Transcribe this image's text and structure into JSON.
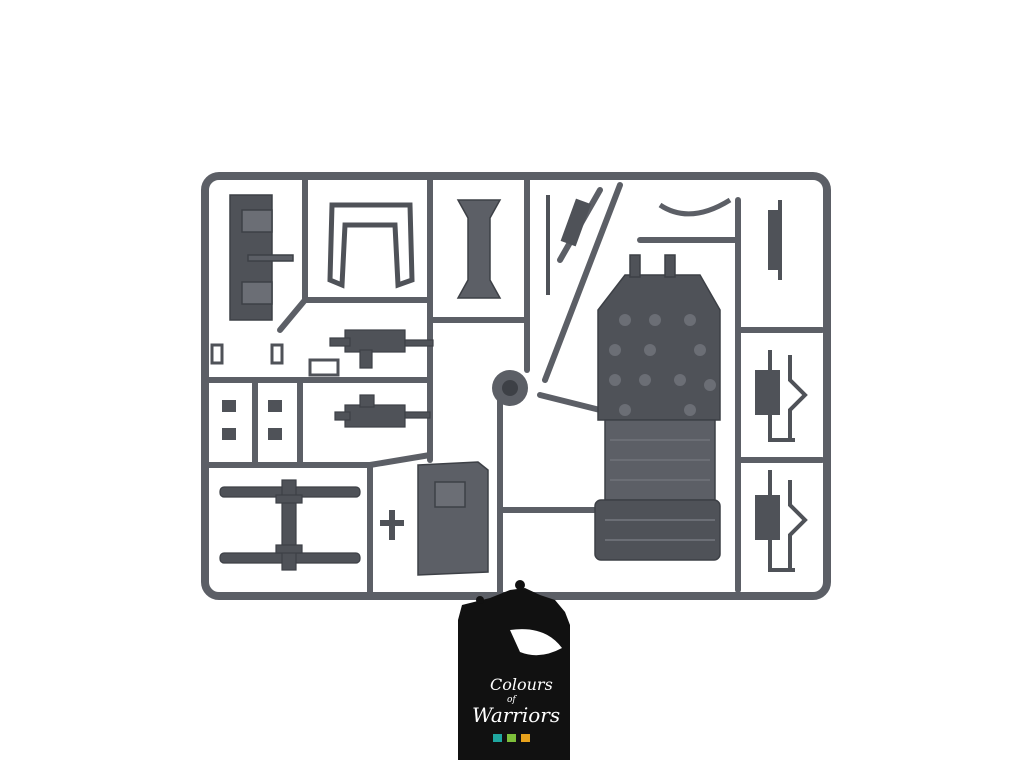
{
  "image": {
    "subject": "plastic model kit sprue",
    "colors": {
      "background": "#ffffff",
      "plastic": "#5c5f66",
      "plastic_dark": "#3d4046",
      "plastic_light": "#7a7d84",
      "logo_bg": "#111111"
    }
  },
  "logo": {
    "line1": "Colours",
    "line2": "of",
    "line3": "Warriors",
    "swatches": [
      "#1fa7a0",
      "#7dbf3a",
      "#e8a21c"
    ]
  }
}
